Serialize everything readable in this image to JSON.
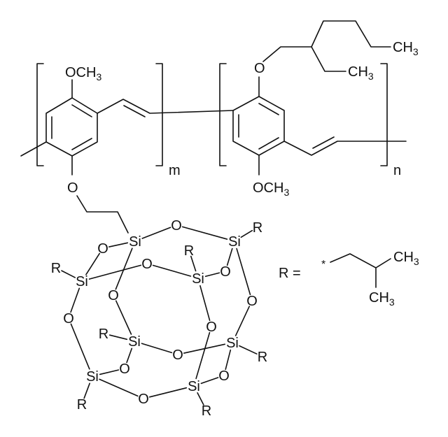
{
  "unit_m": {
    "methoxy": {
      "main": "OCH",
      "sub": "3"
    },
    "ether_o": "O",
    "repeat_label": "m"
  },
  "unit_n": {
    "ether_o": "O",
    "methoxy": {
      "main": "OCH",
      "sub": "3"
    },
    "hexyl_ch3": {
      "main": "CH",
      "sub": "3"
    },
    "ethyl_ch3": {
      "main": "CH",
      "sub": "3"
    },
    "repeat_label": "n"
  },
  "cage": {
    "atoms": [
      "Si",
      "O",
      "Si",
      "R",
      "O",
      "R",
      "Si",
      "O",
      "R",
      "Si",
      "O",
      "O",
      "O",
      "O",
      "O",
      "R",
      "Si",
      "O",
      "Si",
      "R",
      "O",
      "O",
      "Si",
      "Si",
      "O",
      "R",
      "R"
    ]
  },
  "r_definition": {
    "label": "R =",
    "attachment": "*",
    "ch3_top": {
      "main": "CH",
      "sub": "3"
    },
    "ch3_bottom": {
      "main": "CH",
      "sub": "3"
    }
  }
}
